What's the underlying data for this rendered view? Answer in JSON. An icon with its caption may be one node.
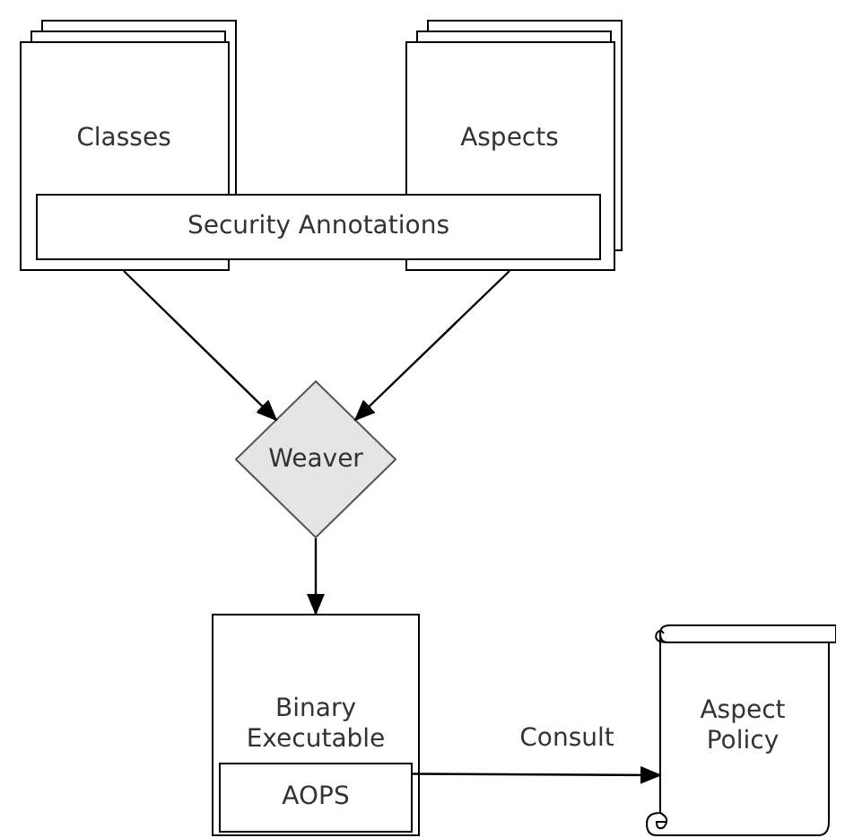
{
  "diagram": {
    "nodes": [
      {
        "text": [
          "Classes"
        ]
      },
      {
        "text": [
          "Aspects"
        ]
      },
      {
        "text": [
          "Security Annotations"
        ]
      },
      {
        "text": [
          "Weaver"
        ]
      },
      {
        "text": [
          "Binary Executable"
        ]
      },
      {
        "text": [
          "AOPS"
        ],
        "in": 4
      },
      {
        "text": [
          "Aspect Policy"
        ]
      }
    ],
    "edges": [
      {
        "from": 0,
        "to": 3,
        "arrow": "to"
      },
      {
        "from": 1,
        "to": 3,
        "arrow": "to"
      },
      {
        "from": 3,
        "to": 4,
        "arrow": "to"
      },
      {
        "from": 5,
        "to": 6,
        "arrow": "to",
        "label": "Consult"
      }
    ]
  }
}
